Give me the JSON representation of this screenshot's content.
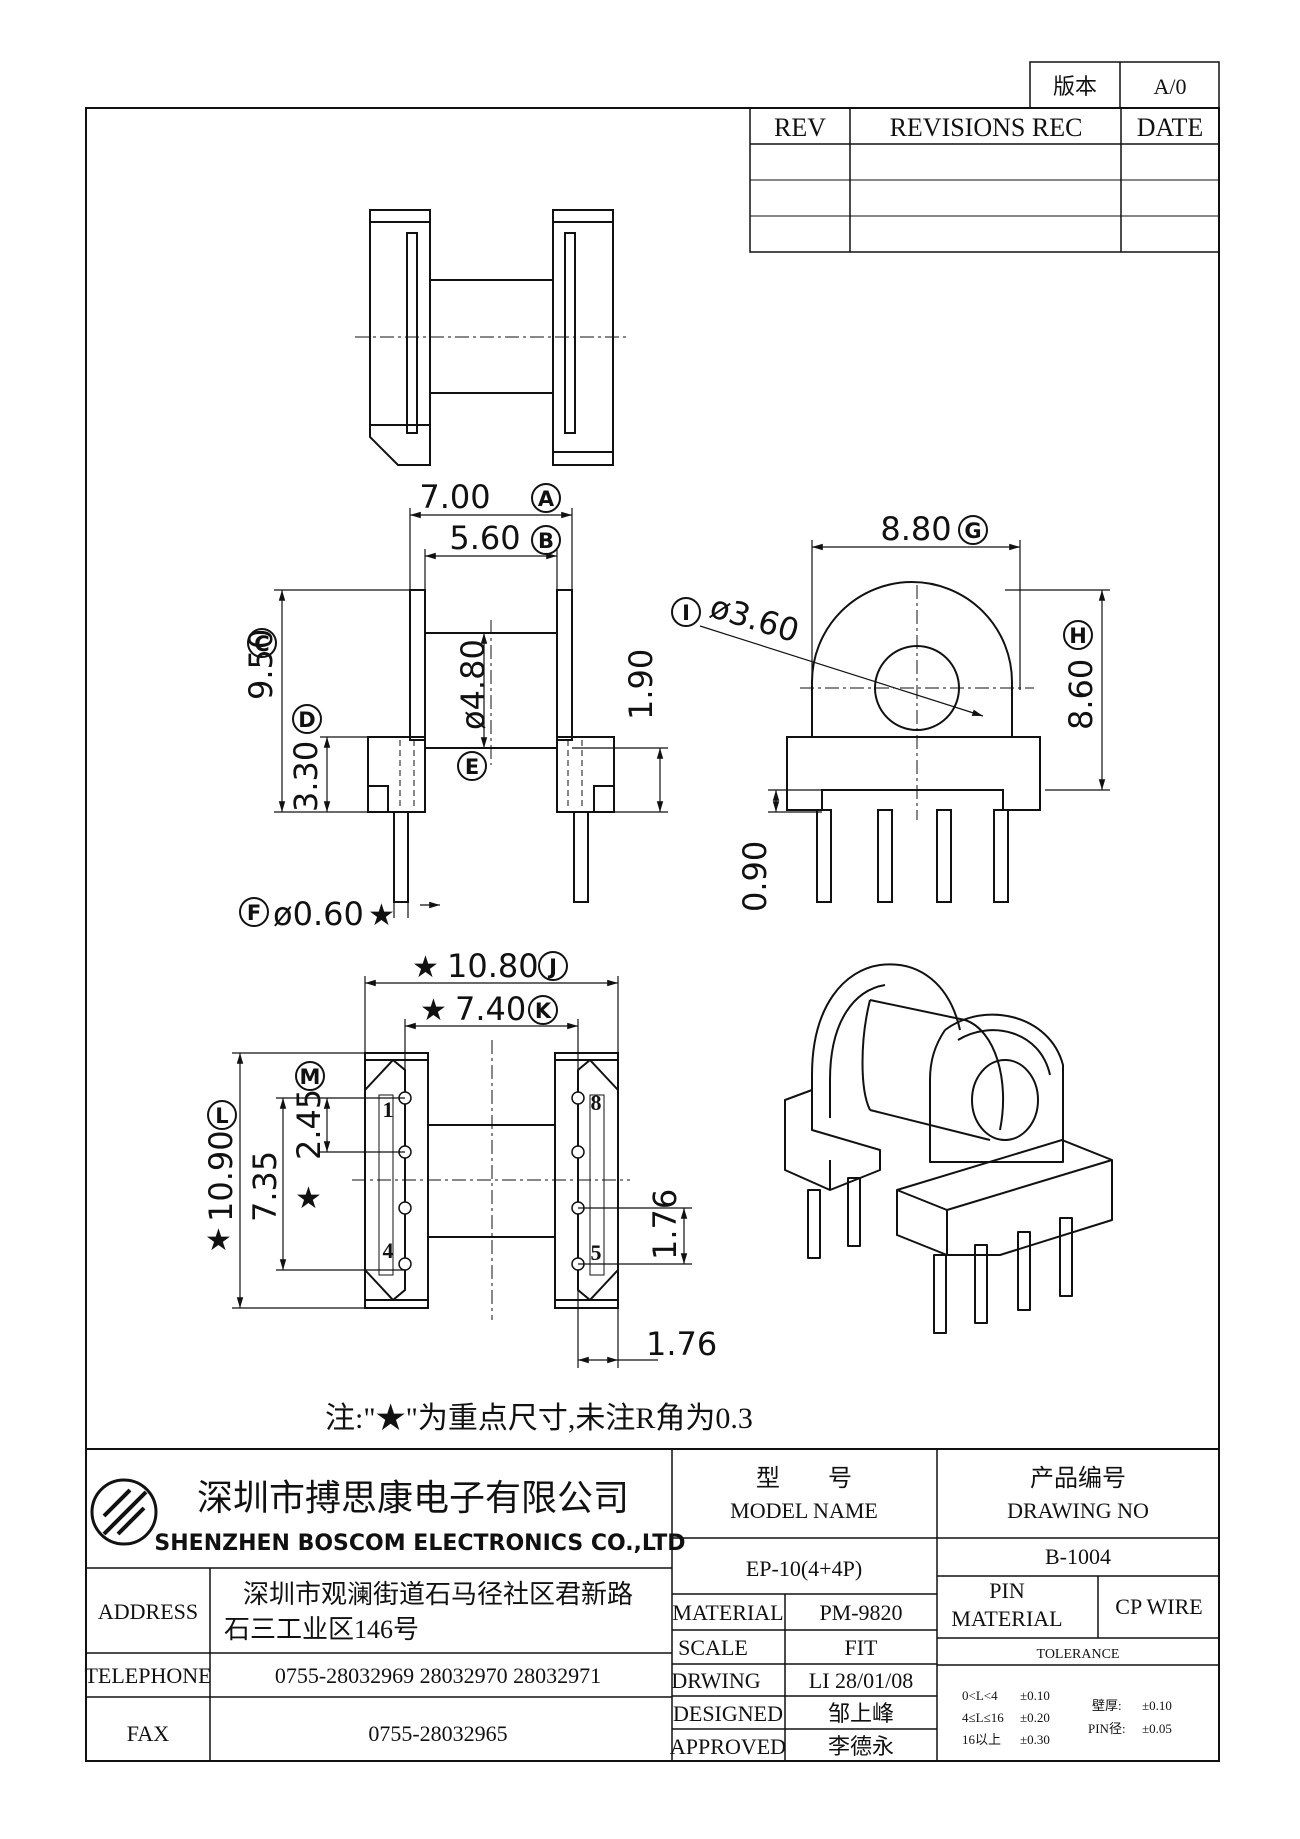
{
  "version": {
    "label": "版本",
    "value": "A/0"
  },
  "revision_table": {
    "headers": [
      "REV",
      "REVISIONS REC",
      "DATE"
    ]
  },
  "dimensions": {
    "A": "7.00",
    "B": "5.60",
    "C": "9.50",
    "D": "3.30",
    "E": "ø4.80",
    "F": "ø0.60",
    "G": "8.80",
    "H": "8.60",
    "I": "ø3.60",
    "J": "10.80",
    "K": "7.40",
    "L": "10.90",
    "M": "2.45",
    "slot_1_90": "1.90",
    "pin_0_90": "0.90",
    "len_7_35": "7.35",
    "pitch_v": "1.76",
    "pitch_h": "1.76"
  },
  "letters": {
    "A": "A",
    "B": "B",
    "C": "C",
    "D": "D",
    "E": "E",
    "F": "F",
    "G": "G",
    "H": "H",
    "I": "I",
    "J": "J",
    "K": "K",
    "L": "L",
    "M": "M"
  },
  "star": "★",
  "pin_numbers": {
    "p1": "1",
    "p4": "4",
    "p5": "5",
    "p8": "8"
  },
  "note": "注:\"★\"为重点尺寸,未注R角为0.3",
  "company": {
    "name_cn": "深圳市搏思康电子有限公司",
    "name_en": "SHENZHEN BOSCOM ELECTRONICS CO.,LTD"
  },
  "model": {
    "label_cn": "型　　号",
    "label_en": "MODEL NAME",
    "value": "EP-10(4+4P)"
  },
  "drawing": {
    "label_cn": "产品编号",
    "label_en": "DRAWING NO",
    "value": "B-1004"
  },
  "address": {
    "label": "ADDRESS",
    "line1": "深圳市观澜街道石马径社区君新路",
    "line2": "石三工业区146号"
  },
  "telephone": {
    "label": "TELEPHONE",
    "value": "0755-28032969 28032970 28032971"
  },
  "fax": {
    "label": "FAX",
    "value": "0755-28032965"
  },
  "material": {
    "label": "MATERIAL",
    "value": "PM-9820"
  },
  "scale": {
    "label": "SCALE",
    "value": "FIT"
  },
  "drwing": {
    "label": "DRWING",
    "value": "LI 28/01/08"
  },
  "designed": {
    "label": "DESIGNED",
    "value": "邹上峰"
  },
  "approved": {
    "label": "APPROVED",
    "value": "李德永"
  },
  "pin_material": {
    "label_line1": "PIN",
    "label_line2": "MATERIAL",
    "value": "CP WIRE"
  },
  "tolerance": {
    "label": "TOLERANCE",
    "r1_range": "0<L<4",
    "r1_tol": "±0.10",
    "r2_range": "4≤L≤16",
    "r2_tol": "±0.20",
    "r3_range": "16以上",
    "r3_tol": "±0.30",
    "wall_label": "壁厚:",
    "wall_tol": "±0.10",
    "pin_label": "PIN径:",
    "pin_tol": "±0.05"
  }
}
